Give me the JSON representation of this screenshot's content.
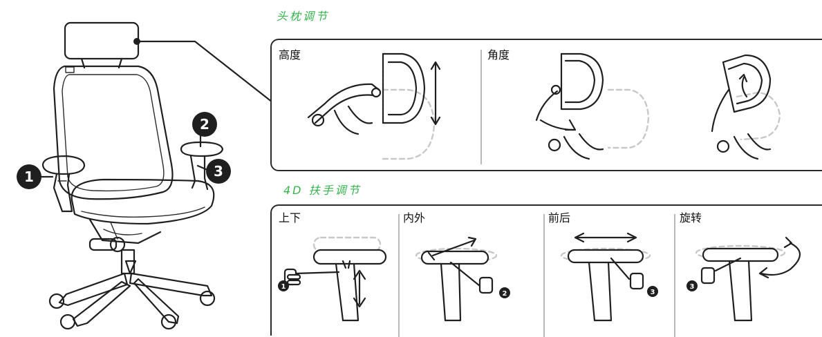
{
  "headrest": {
    "title": "头枕调节",
    "labels": [
      "高度",
      "角度"
    ]
  },
  "armrest": {
    "title": "4D 扶手调节",
    "labels": [
      "上下",
      "内外",
      "前后",
      "旋转"
    ]
  },
  "markers": [
    "1",
    "2",
    "3"
  ],
  "colors": {
    "heading": "#35b24a",
    "line": "#1f1f1f",
    "ghost": "#c8c8c8"
  }
}
